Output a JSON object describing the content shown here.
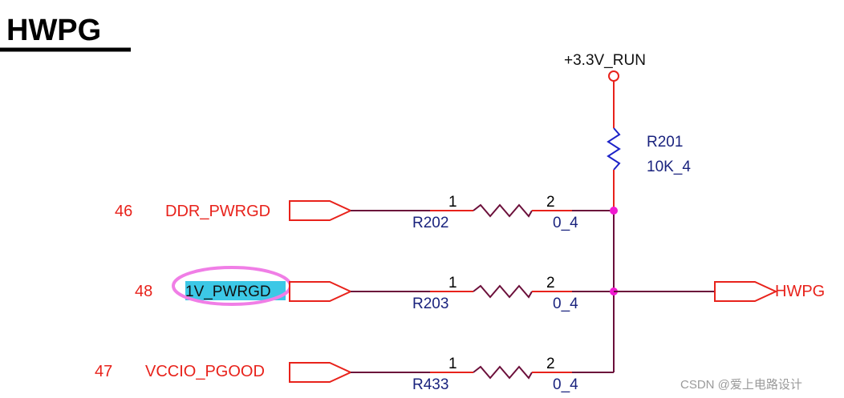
{
  "title": "HWPG",
  "power": {
    "label": "+3.3V_RUN"
  },
  "pullup": {
    "ref": "R201",
    "value": "10K_4"
  },
  "inputs": [
    {
      "pin": "46",
      "net": "DDR_PWRGD",
      "ref": "R202",
      "value": "0_4",
      "pin1": "1",
      "pin2": "2"
    },
    {
      "pin": "48",
      "net": "1V_PWRGD",
      "ref": "R203",
      "value": "0_4",
      "pin1": "1",
      "pin2": "2"
    },
    {
      "pin": "47",
      "net": "VCCIO_PGOOD",
      "ref": "R433",
      "value": "0_4",
      "pin1": "1",
      "pin2": "2"
    }
  ],
  "output": {
    "net": "HWPG"
  },
  "highlight": {
    "color": "#f07ee6",
    "fill": "#3cc8e6"
  },
  "colors": {
    "net_text": "#e8221b",
    "ref_text": "#1a237e",
    "wire": "#6b0f3a",
    "junction": "#f01ad0"
  },
  "watermark": "CSDN @爱上电路设计"
}
